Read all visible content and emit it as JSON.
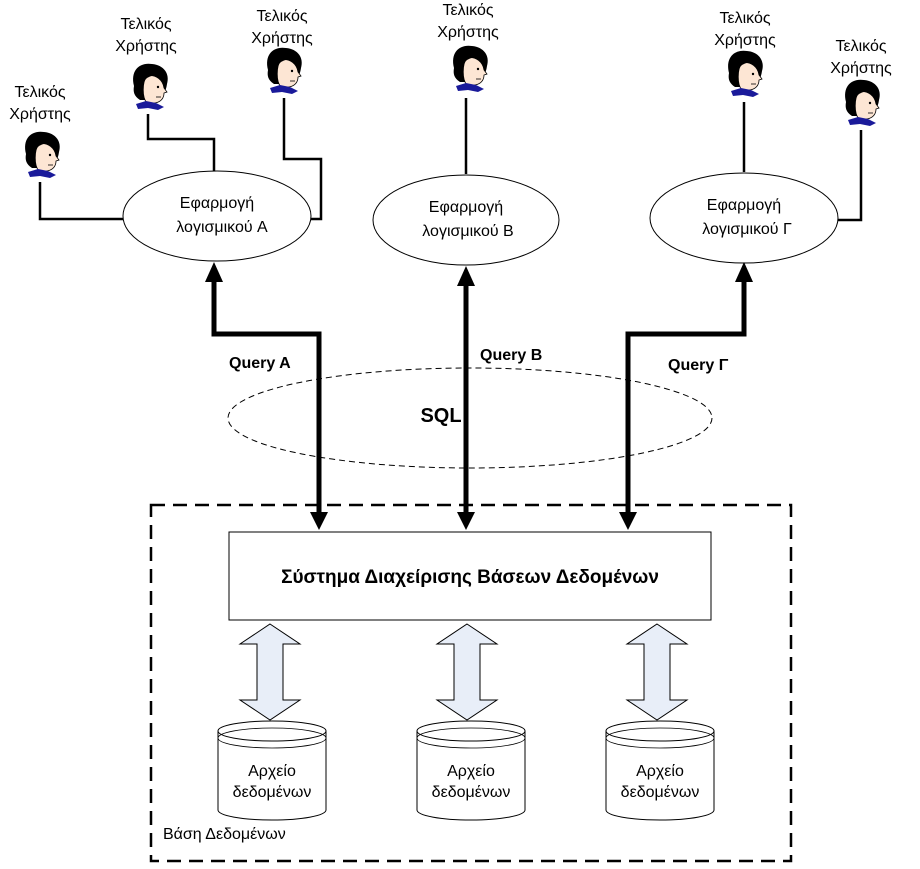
{
  "users": [
    {
      "line1": "Τελικός",
      "line2": "Χρήστης"
    },
    {
      "line1": "Τελικός",
      "line2": "Χρήστης"
    },
    {
      "line1": "Τελικός",
      "line2": "Χρήστης"
    },
    {
      "line1": "Τελικός",
      "line2": "Χρήστης"
    },
    {
      "line1": "Τελικός",
      "line2": "Χρήστης"
    },
    {
      "line1": "Τελικός",
      "line2": "Χρήστης"
    }
  ],
  "apps": [
    {
      "line1": "Εφαρμογή",
      "line2": "λογισμικού A"
    },
    {
      "line1": "Εφαρμογή",
      "line2": "λογισμικού B"
    },
    {
      "line1": "Εφαρμογή",
      "line2": "λογισμικού Γ"
    }
  ],
  "queries": [
    "Query A",
    "Query B",
    "Query  Γ"
  ],
  "sql_label": "SQL",
  "dbms_label": "Σύστημα Διαχείρισης Βάσεων Δεδομένων",
  "data_files": [
    {
      "line1": "Αρχείο",
      "line2": "δεδομένων"
    },
    {
      "line1": "Αρχείο",
      "line2": "δεδομένων"
    },
    {
      "line1": "Αρχείο",
      "line2": "δεδομένων"
    }
  ],
  "database_label": "Βάση Δεδομένων",
  "colors": {
    "line": "#000000",
    "db_arrow_fill": "#e8eef8",
    "hair": "#000000",
    "skin": "#fde6d4",
    "collar": "#1a1a9a"
  }
}
